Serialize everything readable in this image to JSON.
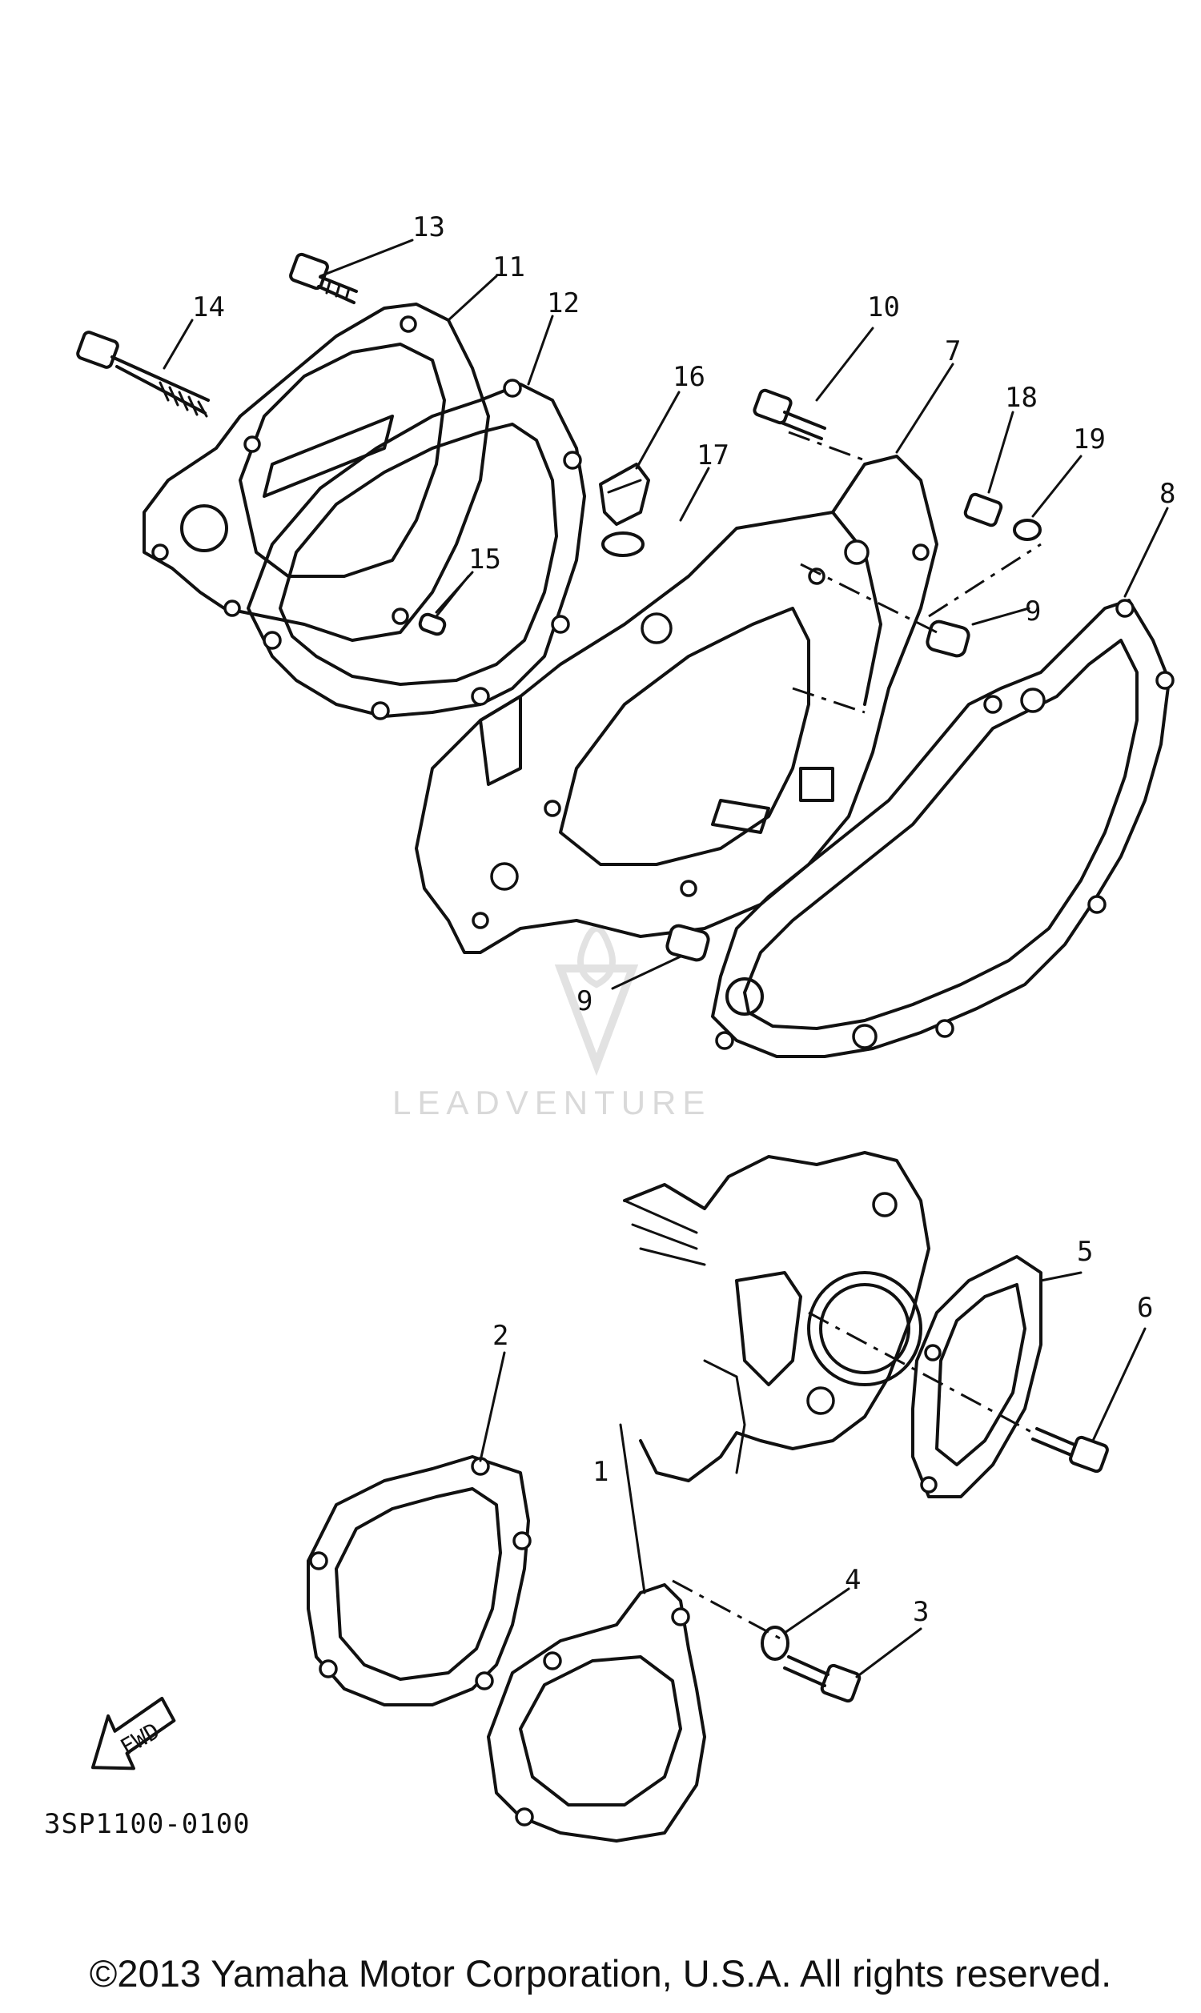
{
  "diagram": {
    "callouts": {
      "n1": "1",
      "n2": "2",
      "n3": "3",
      "n4": "4",
      "n5": "5",
      "n6": "6",
      "n7": "7",
      "n8": "8",
      "n9a": "9",
      "n9b": "9",
      "n10": "10",
      "n11": "11",
      "n12": "12",
      "n13": "13",
      "n14": "14",
      "n15": "15",
      "n16": "16",
      "n17": "17",
      "n18": "18",
      "n19": "19"
    },
    "fwd_label": "FWD",
    "part_code": "3SP1100-0100",
    "watermark": "LEADVENTURE",
    "copyright": "©2013 Yamaha Motor Corporation, U.S.A. All rights reserved."
  }
}
